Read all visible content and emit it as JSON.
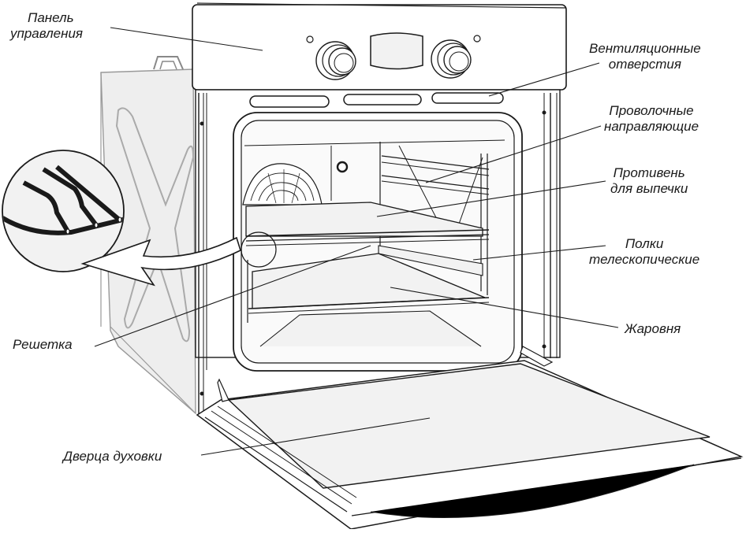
{
  "diagram": {
    "subject": "Built-in electric oven with door open",
    "colors": {
      "line": "#1a1a1a",
      "fill_light": "#f2f2f2",
      "fill_white": "#ffffff",
      "side_gray": "#e6e6e6"
    },
    "labels": {
      "control_panel": {
        "line1": "Панель",
        "line2": "управления"
      },
      "vents": {
        "line1": "Вентиляционные",
        "line2": "отверстия"
      },
      "wire_guides": {
        "line1": "Проволочные",
        "line2": "направляющие"
      },
      "baking_tray": {
        "line1": "Противень",
        "line2": "для выпечки"
      },
      "telescopic_shelves": {
        "line1": "Полки",
        "line2": "телескопические"
      },
      "roasting_pan": {
        "line1": "Жаровня"
      },
      "grid": {
        "line1": "Решетка"
      },
      "oven_door": {
        "line1": "Дверца духовки"
      }
    },
    "icons": {
      "detail_magnifier": "zoomed-rack-detail-circle",
      "arrow": "curved-arrow-icon",
      "knob": "control-knob-icon",
      "display": "display-panel-icon",
      "fan": "convection-fan-icon"
    }
  }
}
